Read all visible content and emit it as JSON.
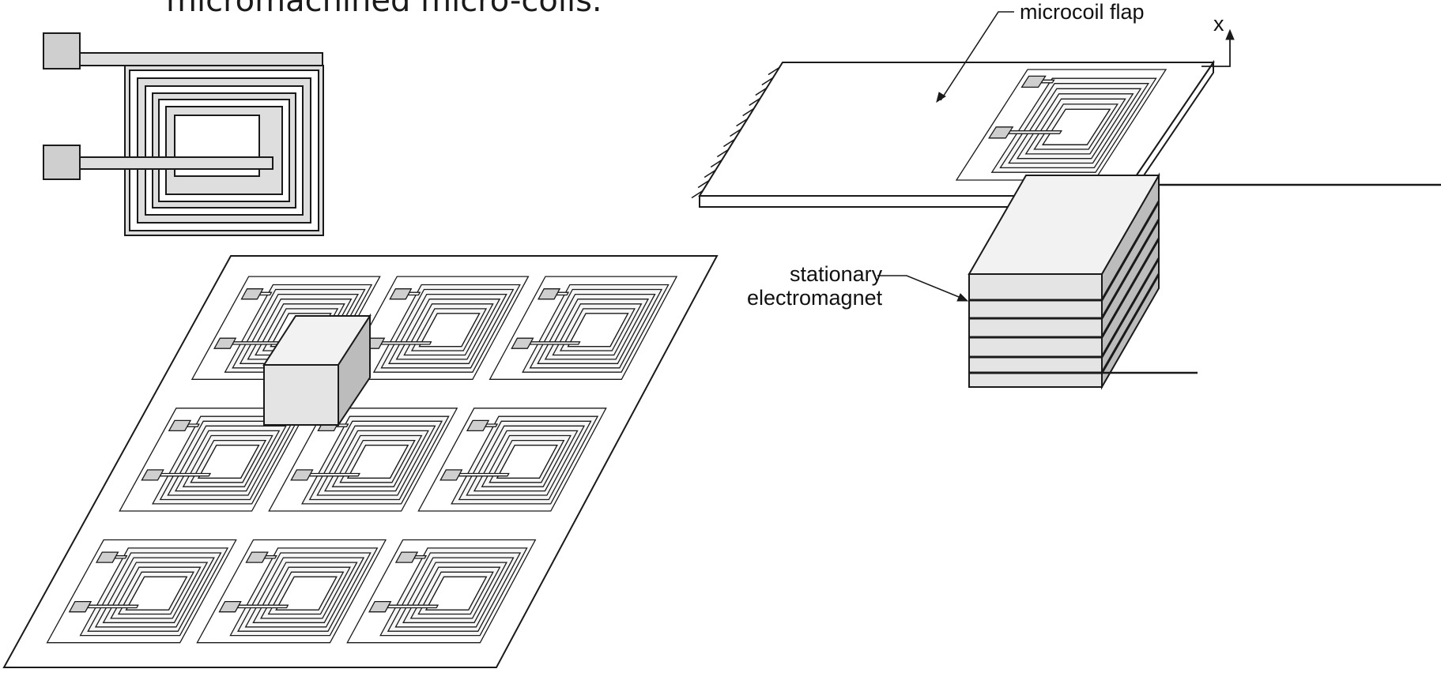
{
  "caption": "micromachined micro-coils.",
  "labels": {
    "microcoil_flap": "microcoil flap",
    "axis_x": "x",
    "electromagnet_line1": "stationary",
    "electromagnet_line2": "electromagnet"
  },
  "colors": {
    "line": "#1a1a1a",
    "pad_fill": "#cfcfcf",
    "trace_fill": "#dedede",
    "block_front": "#e4e4e4",
    "block_side": "#bcbcbc",
    "block_top": "#f2f2f2"
  }
}
